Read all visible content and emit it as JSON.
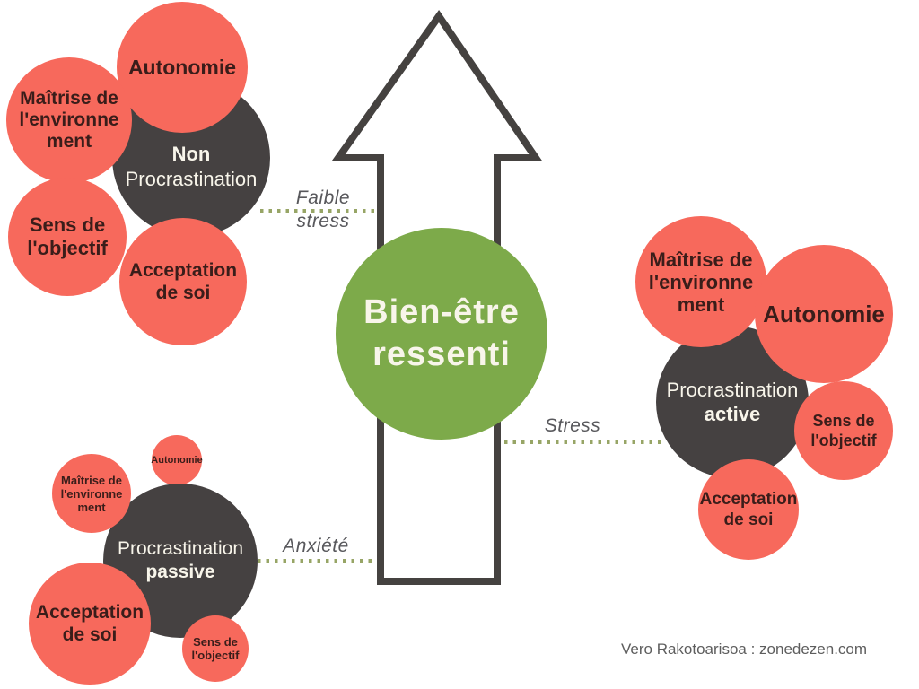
{
  "colors": {
    "coral": "#F7695C",
    "dark_hub": "#454141",
    "green": "#7DAA4A",
    "dotted_line": "#97A566",
    "connector_label": "#58585C",
    "text_on_coral": "#3A1D1A",
    "text_light": "#F8F5EA",
    "arrow_outline": "#454240"
  },
  "center_circle": {
    "line1": "Bien-être",
    "line2": "ressenti"
  },
  "connectors": {
    "faible_stress": {
      "line1": "Faible",
      "line2": "stress"
    },
    "stress": {
      "label": "Stress"
    },
    "anxiete": {
      "label": "Anxiété"
    }
  },
  "satellite_labels": {
    "autonomie": {
      "line1": "Autonomie"
    },
    "maitrise": {
      "line1": "Maîtrise de",
      "line2": "l'environne",
      "line3": "ment"
    },
    "sens": {
      "line1": "Sens de",
      "line2": "l'objectif"
    },
    "acceptation": {
      "line1": "Acceptation",
      "line2": "de soi"
    }
  },
  "hubs": {
    "top_left": {
      "line1": "Non",
      "line2": "Procrastination"
    },
    "bottom_left": {
      "line1": "Procrastination",
      "line2": "passive"
    },
    "right": {
      "line1": "Procrastination",
      "line2": "active"
    }
  },
  "attribution": "Vero Rakotoarisoa : zonedezen.com"
}
